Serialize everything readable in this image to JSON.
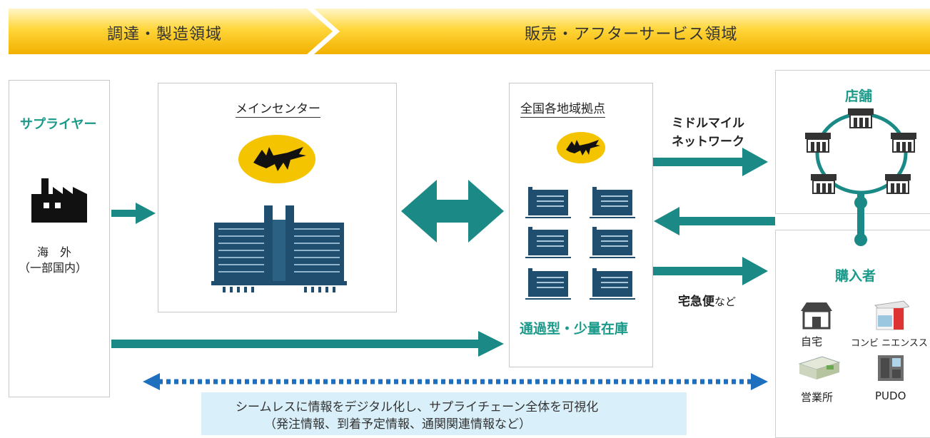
{
  "header": {
    "left_band": "調達・製造領域",
    "right_band": "販売・アフターサービス領域"
  },
  "supplier": {
    "title": "サプライヤー",
    "location_line1": "海　外",
    "location_line2": "（一部国内）"
  },
  "main_center": {
    "title": "メインセンター"
  },
  "regional_hubs": {
    "title": "全国各地域拠点",
    "caption": "通過型・少量在庫"
  },
  "network": {
    "middle_mile_line1": "ミドルマイル",
    "middle_mile_line2": "ネットワーク",
    "takkyubin_bold": "宅急便",
    "takkyubin_suffix": "など"
  },
  "stores": {
    "title": "店舗"
  },
  "buyers": {
    "title": "購入者",
    "home": "自宅",
    "convenience": "コンビ ニエンスストア",
    "office": "営業所",
    "pudo": "PUDO"
  },
  "banner": {
    "line1": "シームレスに情報をデジタル化し、サプライチェーン全体を可視化",
    "line2": "（発注情報、到着予定情報、通関関連情報など）"
  },
  "colors": {
    "teal": "#1b8a86",
    "teal_text": "#1b9a8a",
    "gold": "#f5b800",
    "navy": "#1f4e6e",
    "dotted_blue": "#1f6fbf",
    "banner_bg": "#d9f0fa"
  }
}
